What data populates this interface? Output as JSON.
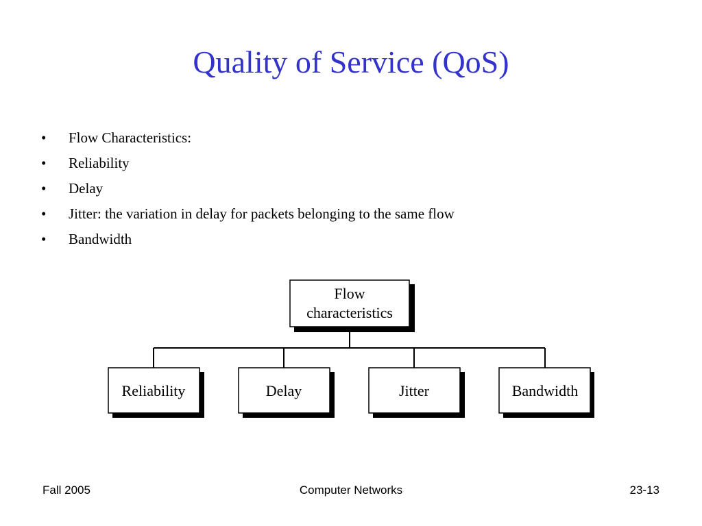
{
  "title": "Quality of Service (QoS)",
  "bullets": [
    "Flow Characteristics:",
    "Reliability",
    "Delay",
    "Jitter: the variation in delay for packets belonging to the same flow",
    "Bandwidth"
  ],
  "bullet_glyph": "•",
  "diagram": {
    "root": [
      "Flow",
      "characteristics"
    ],
    "children": [
      "Reliability",
      "Delay",
      "Jitter",
      "Bandwidth"
    ]
  },
  "footer": {
    "left": "Fall 2005",
    "center": "Computer Networks",
    "right": "23-13"
  },
  "colors": {
    "title": "#3333cc"
  }
}
